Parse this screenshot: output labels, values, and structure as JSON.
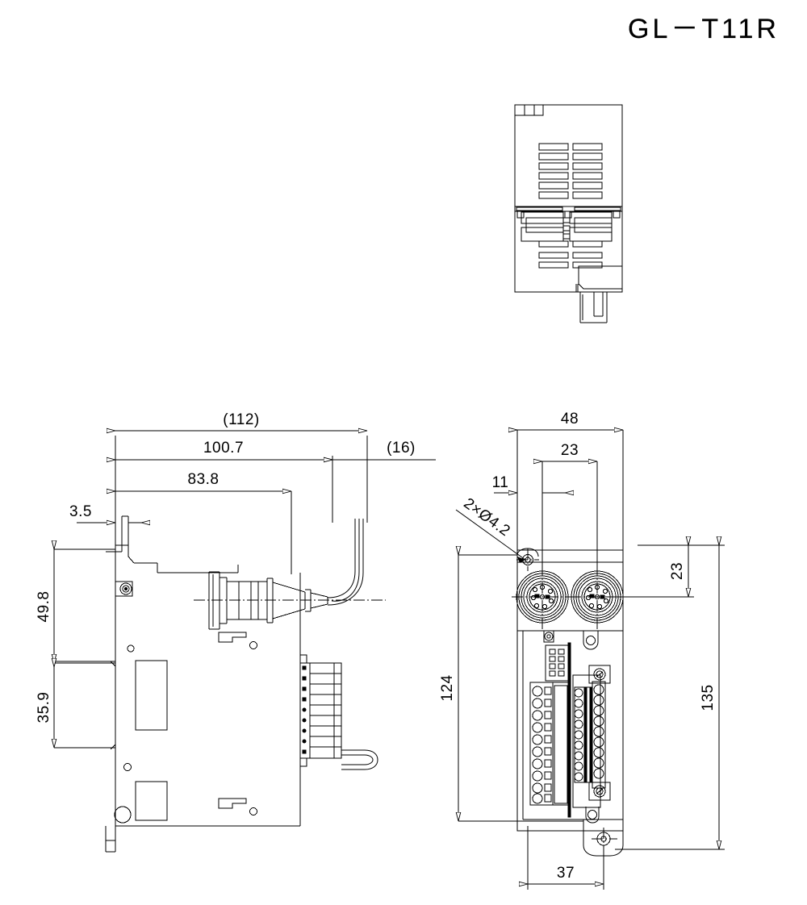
{
  "document": {
    "title": "GL－T11R",
    "kind": "dimensional-outline-drawing",
    "units_note": "mm"
  },
  "views": {
    "top": {
      "name": "top-view"
    },
    "side": {
      "name": "side-view-left"
    },
    "front": {
      "name": "front-view-right"
    }
  },
  "dimensions": {
    "side": {
      "overall_length_ref": "(112)",
      "length_100_7": "100.7",
      "length_83_8": "83.8",
      "length_3_5": "3.5",
      "cable_bend_ref": "(16)",
      "height_49_8": "49.8",
      "height_35_9": "35.9"
    },
    "front": {
      "width_48": "48",
      "width_23": "23",
      "width_11": "11",
      "hole_callout": "2×Ø4.2",
      "conn_offset_23": "23",
      "height_124": "124",
      "height_135": "135",
      "base_37": "37"
    }
  },
  "colors": {
    "line": "#000000",
    "background": "#ffffff"
  }
}
